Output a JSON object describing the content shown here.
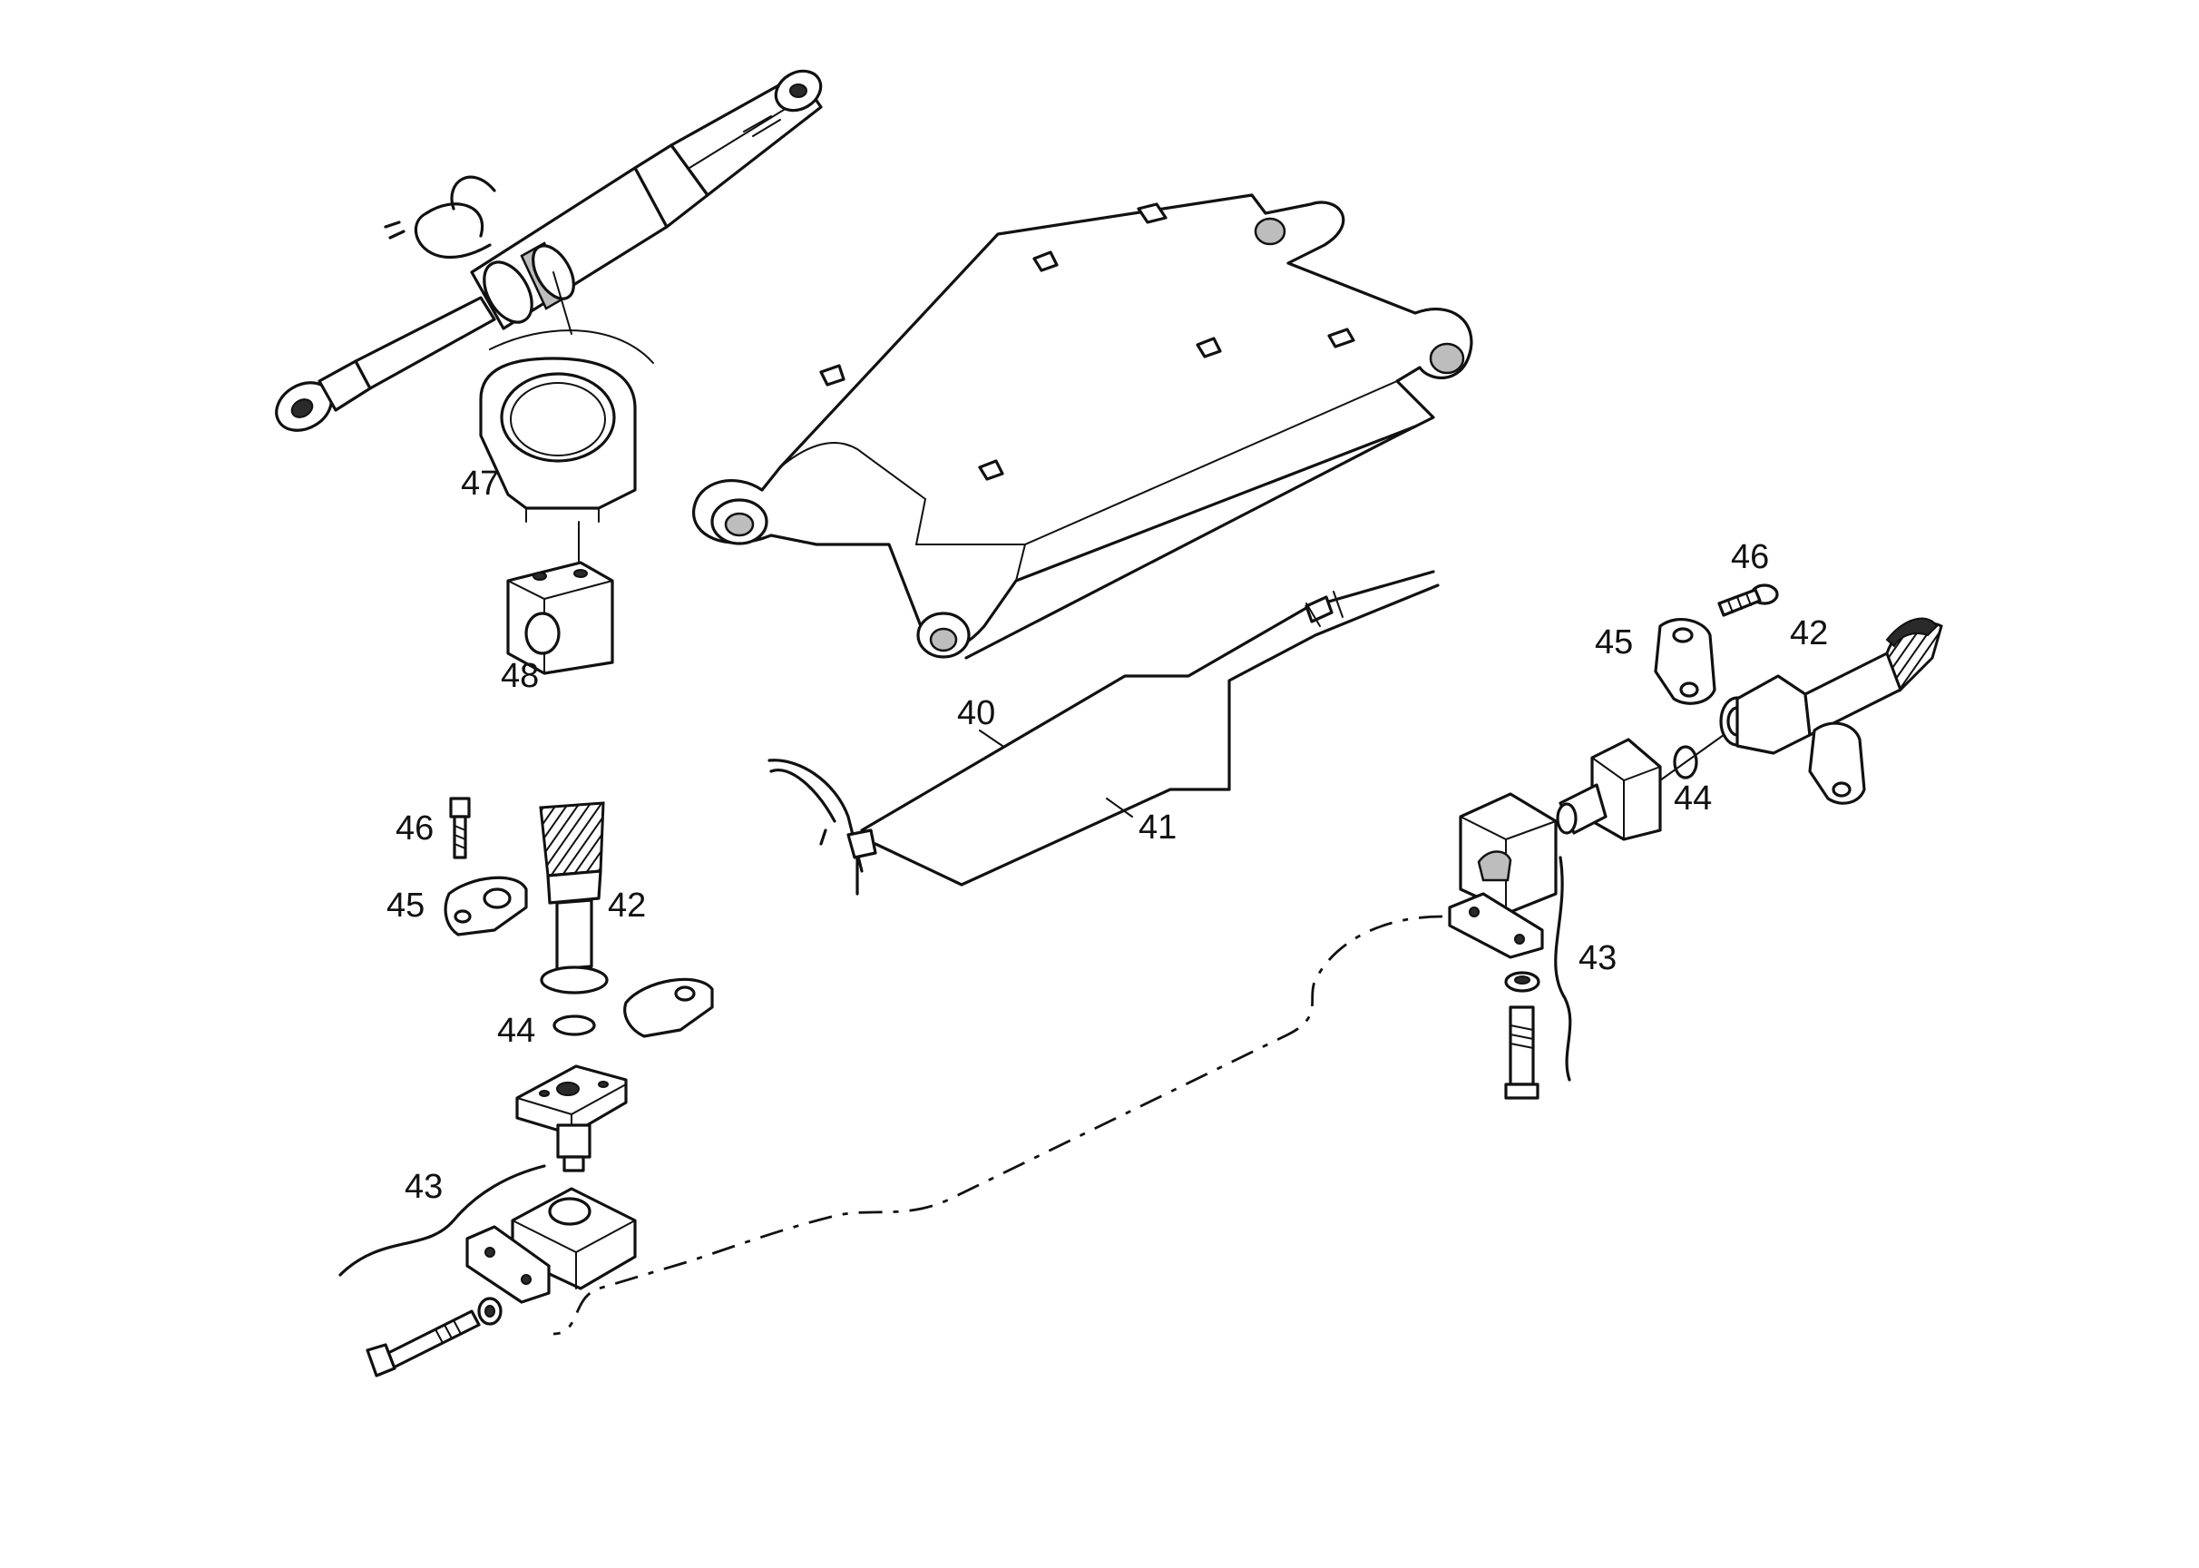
{
  "callouts": {
    "c40": "40",
    "c41": "41",
    "c42_left": "42",
    "c42_right": "42",
    "c43_left": "43",
    "c43_right": "43",
    "c44_left": "44",
    "c44_right": "44",
    "c45_left": "45",
    "c45_right": "45",
    "c46_left": "46",
    "c46_right": "46",
    "c47": "47",
    "c48": "48"
  },
  "colors": {
    "line": "#111111",
    "background": "#ffffff",
    "shading": "#bdbdbd"
  }
}
